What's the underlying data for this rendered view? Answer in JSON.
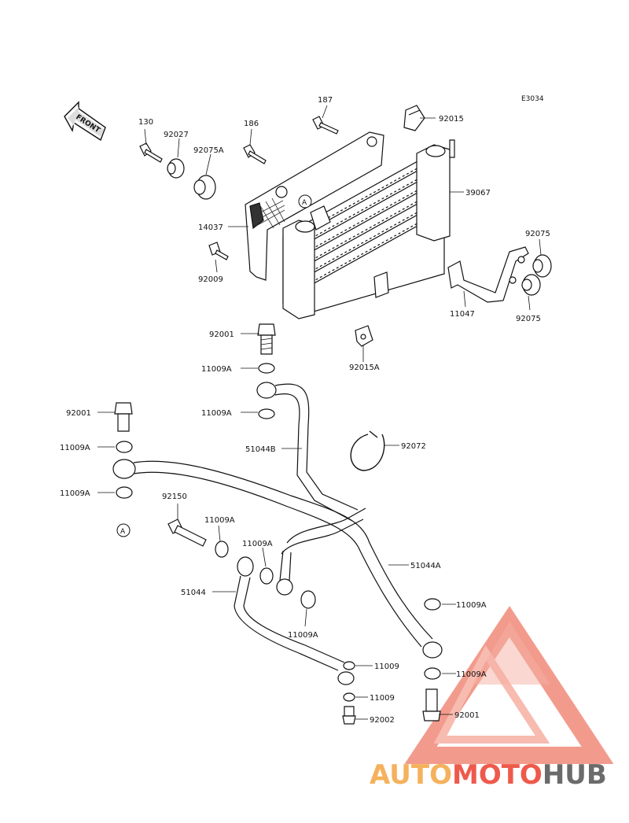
{
  "diagram": {
    "code": "E3034",
    "front_label": "FRONT",
    "ref_marker": "A",
    "callouts": [
      {
        "id": "130",
        "label": "130"
      },
      {
        "id": "92027",
        "label": "92027"
      },
      {
        "id": "186",
        "label": "186"
      },
      {
        "id": "92075A",
        "label": "92075A"
      },
      {
        "id": "187",
        "label": "187"
      },
      {
        "id": "92015",
        "label": "92015"
      },
      {
        "id": "39067",
        "label": "39067"
      },
      {
        "id": "14037",
        "label": "14037"
      },
      {
        "id": "92009",
        "label": "92009"
      },
      {
        "id": "92075-top",
        "label": "92075"
      },
      {
        "id": "92075-bottom",
        "label": "92075"
      },
      {
        "id": "11047",
        "label": "11047"
      },
      {
        "id": "92001-top",
        "label": "92001"
      },
      {
        "id": "11009A-1",
        "label": "11009A"
      },
      {
        "id": "92015A",
        "label": "92015A"
      },
      {
        "id": "11009A-2",
        "label": "11009A"
      },
      {
        "id": "92001-left",
        "label": "92001"
      },
      {
        "id": "51044B",
        "label": "51044B"
      },
      {
        "id": "92072",
        "label": "92072"
      },
      {
        "id": "11009A-3",
        "label": "11009A"
      },
      {
        "id": "11009A-4",
        "label": "11009A"
      },
      {
        "id": "92150",
        "label": "92150"
      },
      {
        "id": "11009A-5",
        "label": "11009A"
      },
      {
        "id": "11009A-6",
        "label": "11009A"
      },
      {
        "id": "51044A",
        "label": "51044A"
      },
      {
        "id": "51044",
        "label": "51044"
      },
      {
        "id": "11009A-7",
        "label": "11009A"
      },
      {
        "id": "11009A-8",
        "label": "11009A"
      },
      {
        "id": "11009-1",
        "label": "11009"
      },
      {
        "id": "11009A-9",
        "label": "11009A"
      },
      {
        "id": "11009-2",
        "label": "11009"
      },
      {
        "id": "92001-bottom",
        "label": "92001"
      },
      {
        "id": "92002",
        "label": "92002"
      }
    ]
  },
  "watermark": {
    "part1": "AUTO",
    "part2": "MOTO",
    "part3": "HUB",
    "color_auto": "#f5b15c",
    "color_moto": "#ee5a4c",
    "color_hub": "#6b6b6b"
  }
}
